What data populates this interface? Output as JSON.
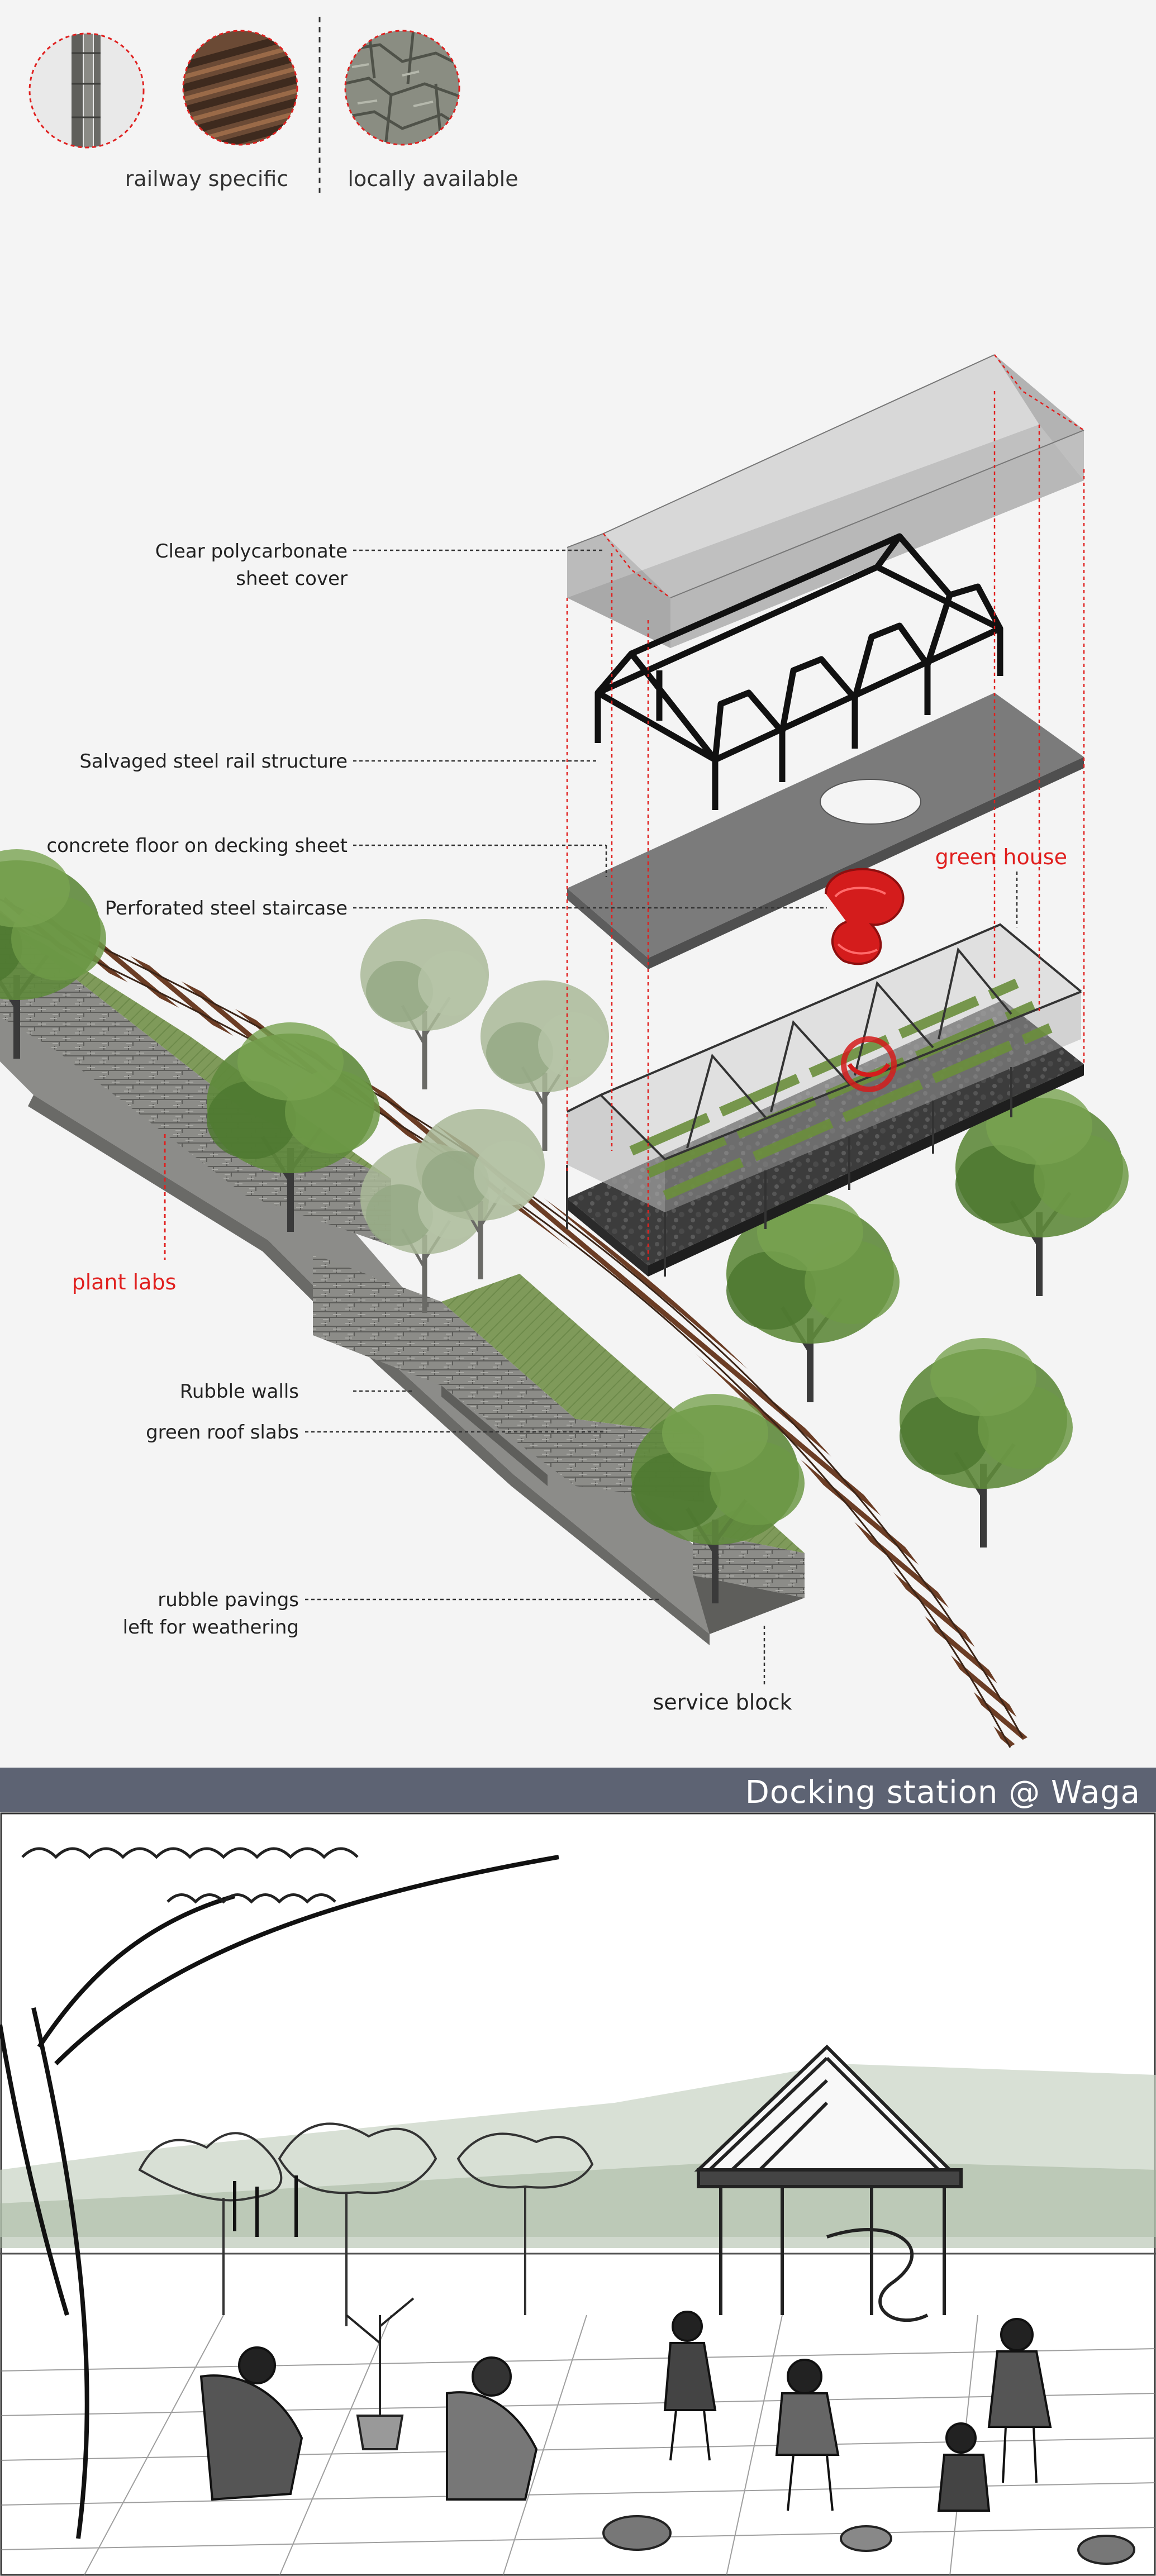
{
  "materials": {
    "group_railway": "railway specific",
    "group_local": "locally available",
    "swatches": [
      {
        "name": "salvaged-rail-swatch",
        "color": "#6a6a66"
      },
      {
        "name": "rusted-rail-pile-swatch",
        "color": "#6b4a35"
      },
      {
        "name": "rubble-stone-swatch",
        "color": "#7f8278"
      }
    ]
  },
  "labels": {
    "polycarbonate_line1": "Clear polycarbonate",
    "polycarbonate_line2": "sheet cover",
    "rail_structure": "Salvaged steel rail structure",
    "concrete_floor": "concrete floor on decking sheet",
    "staircase": "Perforated steel staircase",
    "green_house": "green house",
    "plant_labs": "plant labs",
    "rubble_walls": "Rubble walls",
    "green_roof": "green roof slabs",
    "rubble_pavings_line1": "rubble pavings",
    "rubble_pavings_line2": "left for weathering",
    "service_block": "service block"
  },
  "banner": {
    "title": "Docking station @ Waga"
  },
  "colors": {
    "accent_red": "#e0201f",
    "banner_bg": "#5d6373",
    "grass": "#7f9a5a",
    "rail": "#6b3d25",
    "stone": "#8a8a86"
  }
}
